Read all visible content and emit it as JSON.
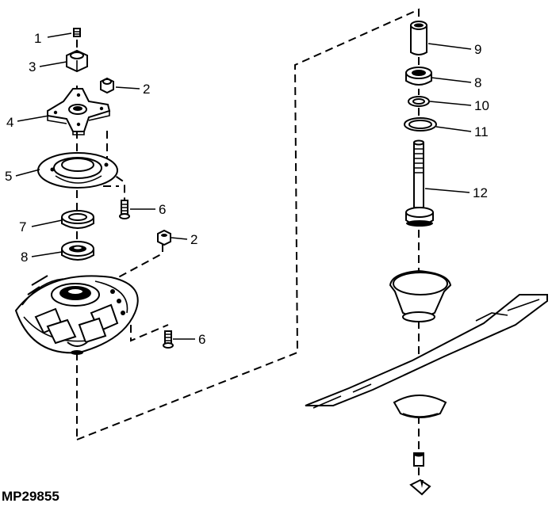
{
  "figure_id": "MP29855",
  "callouts": [
    {
      "id": "c1",
      "label": "1"
    },
    {
      "id": "c3",
      "label": "3"
    },
    {
      "id": "c2a",
      "label": "2"
    },
    {
      "id": "c4",
      "label": "4"
    },
    {
      "id": "c5",
      "label": "5"
    },
    {
      "id": "c6a",
      "label": "6"
    },
    {
      "id": "c7",
      "label": "7"
    },
    {
      "id": "c8a",
      "label": "8"
    },
    {
      "id": "c2b",
      "label": "2"
    },
    {
      "id": "c6b",
      "label": "6"
    },
    {
      "id": "c9",
      "label": "9"
    },
    {
      "id": "c8b",
      "label": "8"
    },
    {
      "id": "c10",
      "label": "10"
    },
    {
      "id": "c11",
      "label": "11"
    },
    {
      "id": "c12",
      "label": "12"
    }
  ]
}
